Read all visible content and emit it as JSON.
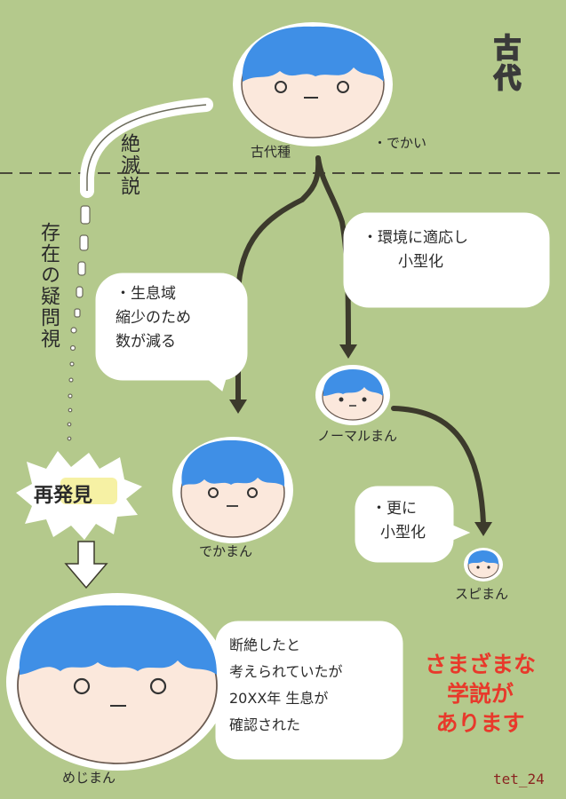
{
  "era_label": "古代",
  "creatures": {
    "ancient": {
      "name": "古代種",
      "note": "・でかい"
    },
    "normal": {
      "name": "ノーマルまん"
    },
    "deka": {
      "name": "でかまん"
    },
    "small": {
      "name": "スピまん"
    },
    "mejimann": {
      "name": "めじまん"
    }
  },
  "side_labels": {
    "extinction_theory": "絶滅説",
    "existence_doubt": "存在の疑問視",
    "rediscovery": "再発見"
  },
  "bubbles": {
    "adapt": [
      "・環境に適応し",
      "小型化"
    ],
    "habitat": [
      "・生息域",
      "縮少のため",
      "数が減る"
    ],
    "smaller": [
      "・更に",
      "小型化"
    ],
    "extinct": [
      "断絶したと",
      "考えられていたが",
      "20XX年 生息が",
      "確認された"
    ]
  },
  "theories": [
    "さまざまな",
    "学説が",
    "あります"
  ],
  "signature": "tet_24",
  "colors": {
    "background": "#b4c98c",
    "hair": "#3f8fe6",
    "skin": "#fbe8dc",
    "accent_red": "#e8392b"
  }
}
